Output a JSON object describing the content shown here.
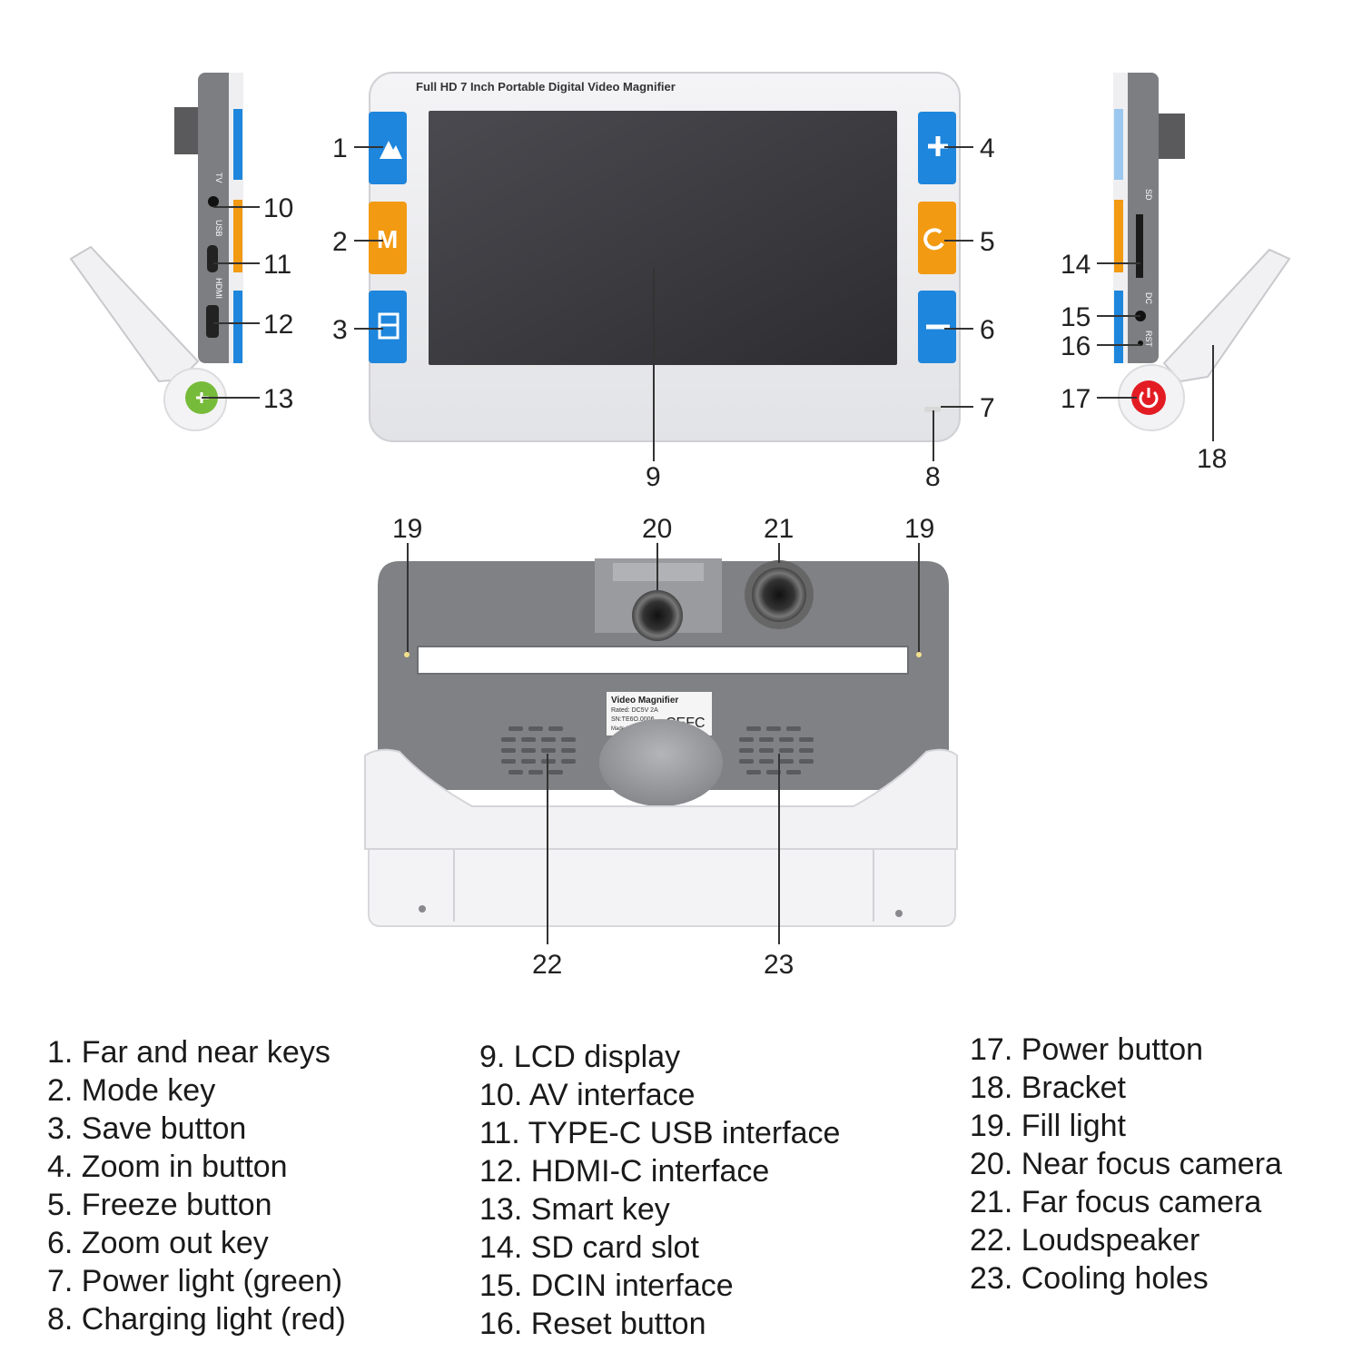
{
  "device": {
    "front_caption": "Full HD 7 Inch Portable Digital Video Magnifier",
    "key_mode_letter": "M",
    "label_sticker": {
      "line1": "Video Magnifier",
      "line2": "Rated: DC5V 2A",
      "line3": "SN:TE6O.0006",
      "line4": "Made in China",
      "marks": "CEFC"
    },
    "port_labels": {
      "tv": "TV",
      "usb": "USB",
      "hdmi": "HDMI",
      "sd": "SD",
      "dc": "DC",
      "rst": "RST"
    }
  },
  "callouts": [
    "1",
    "2",
    "3",
    "4",
    "5",
    "6",
    "7",
    "8",
    "9",
    "10",
    "11",
    "12",
    "13",
    "14",
    "15",
    "16",
    "17",
    "18",
    "19",
    "20",
    "21",
    "22",
    "23"
  ],
  "legend": {
    "col1": [
      "1. Far and near keys",
      "2. Mode key",
      "3. Save button",
      "4. Zoom in button",
      "5. Freeze button",
      "6. Zoom out key",
      "7. Power light (green)",
      "8. Charging light (red)"
    ],
    "col2": [
      "9. LCD display",
      "10. AV interface",
      "11. TYPE-C USB interface",
      "12. HDMI-C interface",
      "13. Smart key",
      "14. SD card slot",
      "15. DCIN interface",
      "16. Reset button"
    ],
    "col3": [
      "17. Power button",
      "18. Bracket",
      "19. Fill light",
      "20. Near focus camera",
      "21. Far focus camera",
      "22. Loudspeaker",
      "23. Cooling holes"
    ]
  },
  "colors": {
    "blue_key": "#1e86dc",
    "orange_key": "#f29a12",
    "screen": "#3a3a3e",
    "body_gray": "#808185",
    "smart_key": "#77bb3a",
    "power_key": "#e31c24"
  }
}
